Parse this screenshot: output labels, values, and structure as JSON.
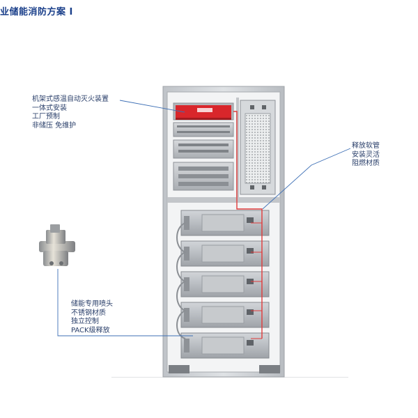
{
  "header": {
    "title": "业储能消防方案 I"
  },
  "callouts": {
    "fire_device": {
      "lines": [
        "机架式感温自动灭火装置",
        "一体式安装",
        "工厂预制",
        "非储压 免维护"
      ]
    },
    "release_hose": {
      "lines": [
        "释放软管",
        "安装灵活",
        "阻燃材质"
      ]
    },
    "nozzle": {
      "lines": [
        "储能专用喷头",
        "不锈钢材质",
        "独立控制",
        "PACK级释放"
      ]
    }
  },
  "colors": {
    "title": "#1a3f8a",
    "callout_text": "#2a3f6a",
    "leader_line": "#3d6fb5",
    "cabinet_frame": "#c9ccd0",
    "device_red": "#d9262b",
    "hose_red": "#e03a3a"
  },
  "cabinet": {
    "battery_modules": 5,
    "upper_units": 4
  }
}
